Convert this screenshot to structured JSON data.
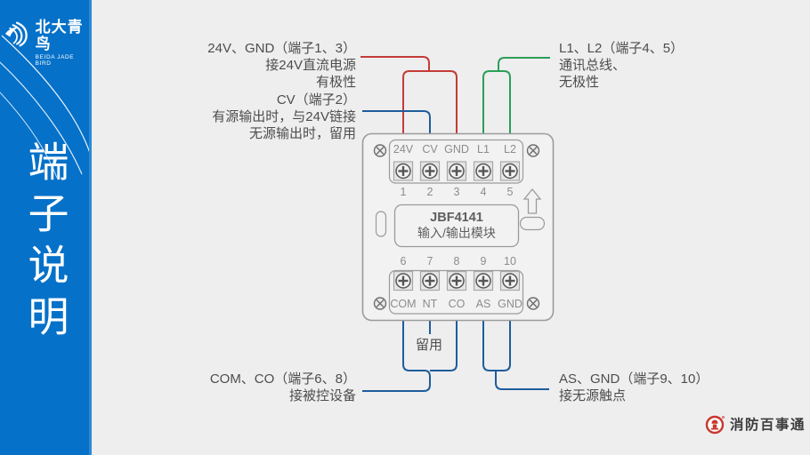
{
  "sidebar": {
    "brand": {
      "name": "北大青鸟",
      "name_en": "BEIDA JADE BIRD"
    },
    "title": "端子说明"
  },
  "annotations": {
    "top_left": {
      "lines": [
        "24V、GND（端子1、3）",
        "接24V直流电源",
        "有极性"
      ]
    },
    "mid_left": {
      "lines": [
        "CV（端子2）",
        "有源输出时，与24V链接",
        "无源输出时，留用"
      ]
    },
    "top_right": {
      "lines": [
        "L1、L2（端子4、5）",
        "通讯总线、",
        "无极性"
      ]
    },
    "bottom_left": {
      "lines": [
        "COM、CO（端子6、8）",
        "接被控设备"
      ]
    },
    "bottom_right": {
      "lines": [
        "AS、GND（端子9、10）",
        "接无源触点"
      ]
    },
    "reserved_label": "留用"
  },
  "module": {
    "model": "JBF4141",
    "name": "输入/输出模块",
    "top_terminals": [
      {
        "label": "24V",
        "number": "1"
      },
      {
        "label": "CV",
        "number": "2"
      },
      {
        "label": "GND",
        "number": "3"
      },
      {
        "label": "L1",
        "number": "4"
      },
      {
        "label": "L2",
        "number": "5"
      }
    ],
    "bottom_terminals": [
      {
        "label": "COM",
        "number": "6"
      },
      {
        "label": "NT",
        "number": "7"
      },
      {
        "label": "CO",
        "number": "8"
      },
      {
        "label": "AS",
        "number": "9"
      },
      {
        "label": "GND",
        "number": "10"
      }
    ]
  },
  "wires": {
    "power_color": "#c43b36",
    "cv_color": "#1e5c9c",
    "bus_color": "#2b9e58",
    "output_color": "#1e5c9c"
  },
  "colors": {
    "sidebar_bg": "#0571c9",
    "sidebar_edge": "#2d8ad6",
    "page_bg": "#eeeeef",
    "module_outline": "#9b9b9b",
    "label_gray": "#8c8c8c",
    "annotation_text": "#4d4d4d",
    "logo_red": "#c8372d"
  },
  "footer": {
    "watermark": "消防百事通"
  }
}
